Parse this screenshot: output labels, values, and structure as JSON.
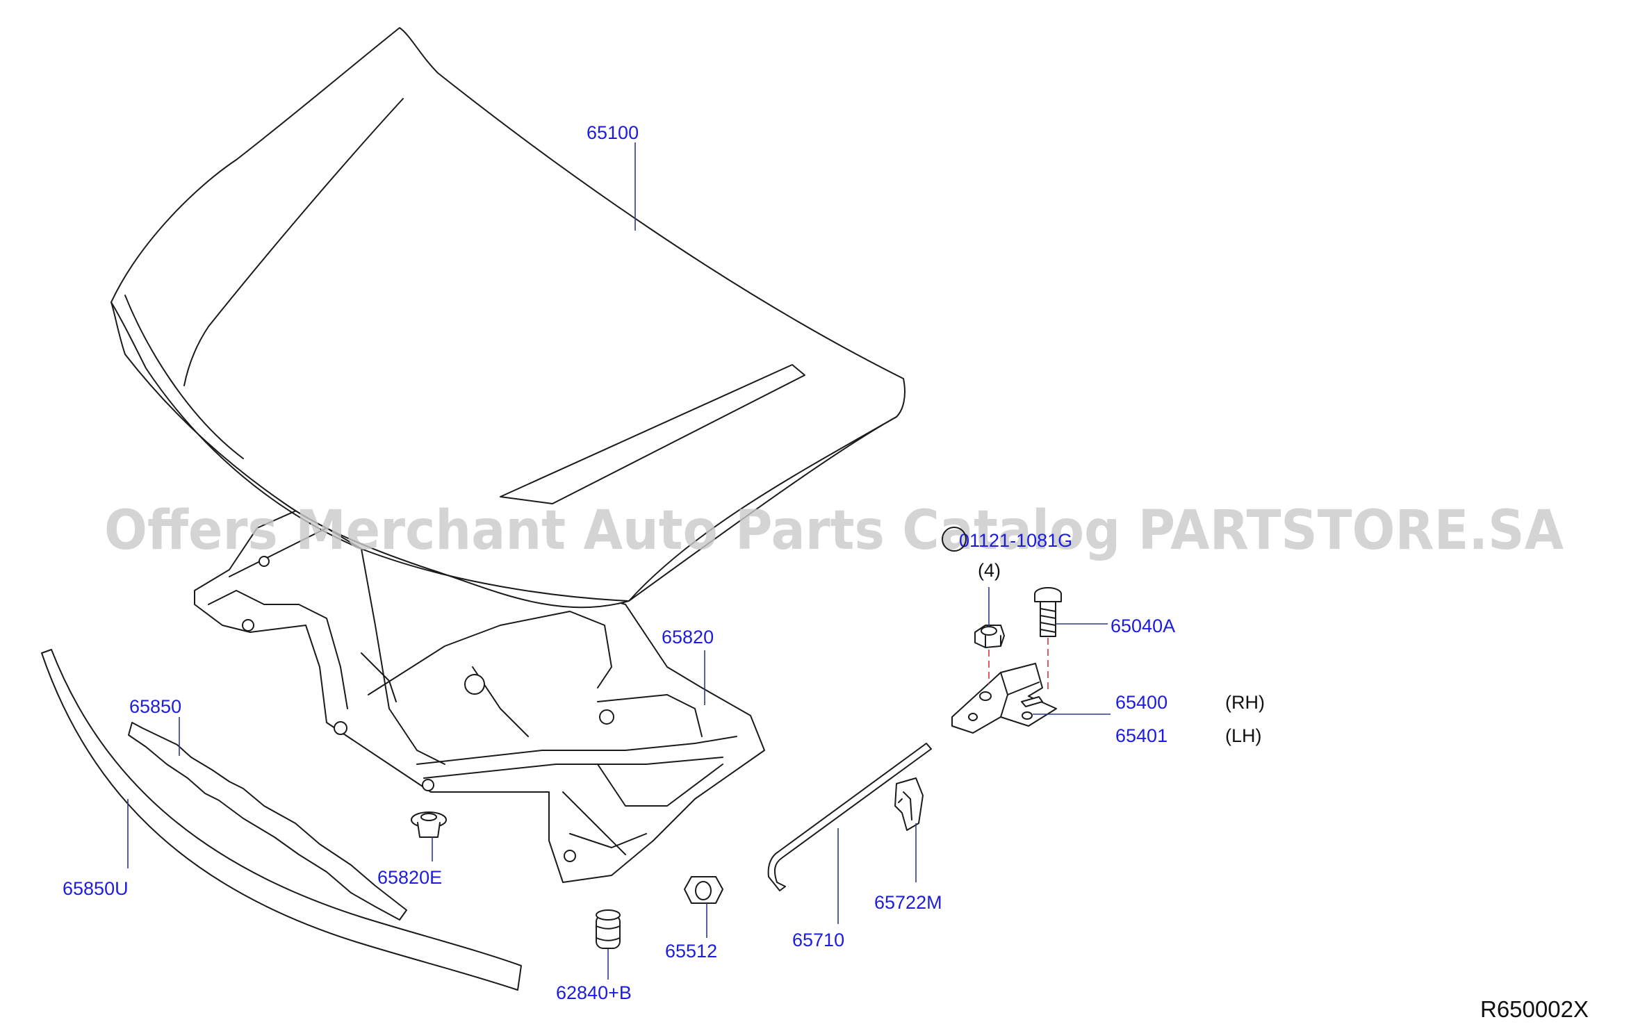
{
  "watermark": "Offers Merchant Auto Parts Catalog PARTSTORE.SA",
  "reference_code": "R650002X",
  "colors": {
    "part_number": "#1c1ce0",
    "leader": "#2b3a8c",
    "alignment_dash": "#e0303a",
    "outline": "#1a1a1a"
  },
  "parts": {
    "hood_panel": "65100",
    "hood_insulator": "65820",
    "insulator_clip": "65820E",
    "front_seal": "65850",
    "front_moulding": "65850U",
    "bumper_rubber": "62840+B",
    "grommet": "65512",
    "hood_stay": "65710",
    "stay_clip": "65722M",
    "hinge_rh": "65400",
    "hinge_lh": "65401",
    "hinge_bolt": "65040A",
    "nut": "01121-1081G"
  },
  "notes": {
    "hinge_rh_side": "(RH)",
    "hinge_lh_side": "(LH)",
    "nut_qty": "(4)"
  }
}
